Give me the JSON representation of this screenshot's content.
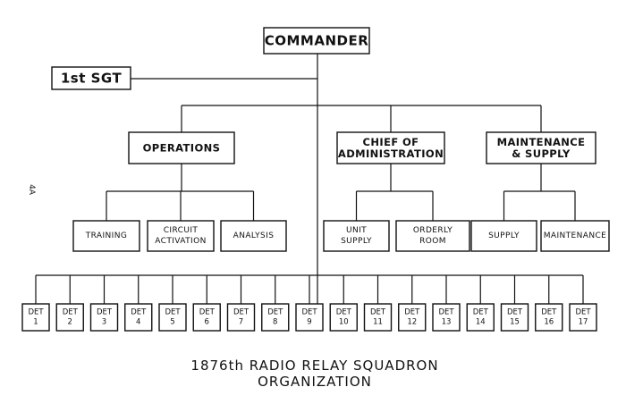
{
  "org": {
    "commander": "COMMANDER",
    "first_sgt": "1st SGT",
    "branches": [
      {
        "name": [
          "OPERATIONS"
        ],
        "units": [
          {
            "name": [
              "TRAINING"
            ]
          },
          {
            "name": [
              "CIRCUIT",
              "ACTIVATION"
            ]
          },
          {
            "name": [
              "ANALYSIS"
            ]
          }
        ]
      },
      {
        "name": [
          "CHIEF OF",
          "ADMINISTRATION"
        ],
        "units": [
          {
            "name": [
              "UNIT",
              "SUPPLY"
            ]
          },
          {
            "name": [
              "ORDERLY",
              "ROOM"
            ]
          }
        ]
      },
      {
        "name": [
          "MAINTENANCE",
          "& SUPPLY"
        ],
        "units": [
          {
            "name": [
              "SUPPLY"
            ]
          },
          {
            "name": [
              "MAINTENANCE"
            ]
          }
        ]
      }
    ],
    "detachment_label": "DET",
    "detachments": [
      "1",
      "2",
      "3",
      "4",
      "5",
      "6",
      "7",
      "8",
      "9",
      "10",
      "11",
      "12",
      "13",
      "14",
      "15",
      "16",
      "17"
    ]
  },
  "caption": {
    "line1": "1876th RADIO RELAY SQUADRON",
    "line2": "ORGANIZATION"
  },
  "margin_note": "4A"
}
